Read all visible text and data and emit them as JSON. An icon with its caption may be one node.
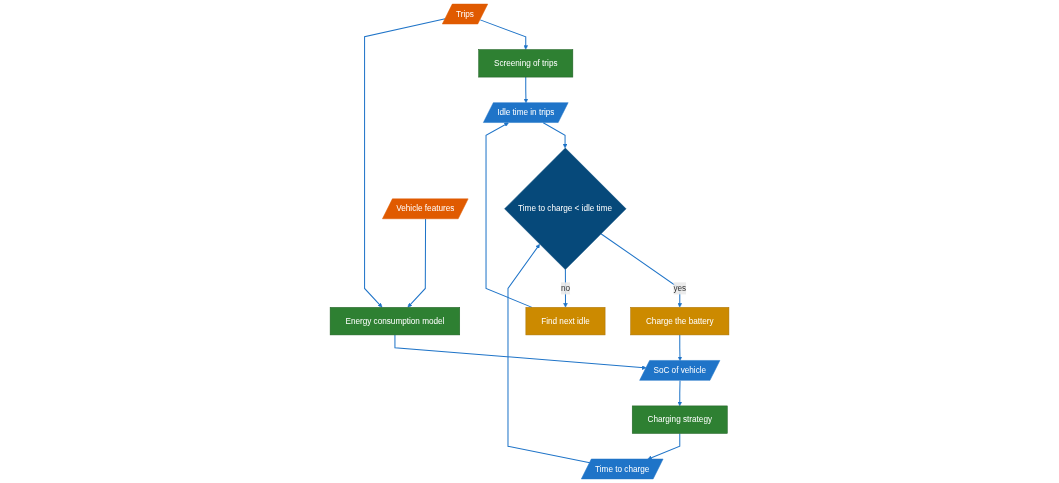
{
  "diagram": {
    "nodes": [
      {
        "text": [
          "Trips"
        ]
      },
      {
        "text": [
          "Screening of trips"
        ]
      },
      {
        "text": [
          "Idle time in trips"
        ]
      },
      {
        "text": [
          "Time to charge < idle time"
        ]
      },
      {
        "text": [
          "Charge the battery"
        ]
      },
      {
        "text": [
          "Find next idle"
        ]
      },
      {
        "text": [
          "Time to charge"
        ]
      },
      {
        "text": [
          "Vehicle features"
        ]
      },
      {
        "text": [
          "Energy consumption model"
        ]
      },
      {
        "text": [
          "SoC of vehicle"
        ]
      },
      {
        "text": [
          "Charging strategy"
        ]
      }
    ],
    "edges": [
      {
        "from": 0,
        "to": 1,
        "arrow": "to"
      },
      {
        "from": 1,
        "to": 2,
        "arrow": "to"
      },
      {
        "from": 2,
        "to": 3,
        "arrow": "to"
      },
      {
        "from": 3,
        "to": 4,
        "label": "yes",
        "arrow": "to"
      },
      {
        "from": 3,
        "to": 5,
        "label": "no",
        "arrow": "to"
      },
      {
        "from": 5,
        "to": 2,
        "arrow": "to"
      },
      {
        "from": 6,
        "to": 3,
        "arrow": "to"
      },
      {
        "from": 0,
        "to": 8,
        "arrow": "to"
      },
      {
        "from": 4,
        "to": 9,
        "arrow": "to"
      },
      {
        "from": 7,
        "to": 8,
        "arrow": "to"
      },
      {
        "from": 8,
        "to": 9,
        "arrow": "to"
      },
      {
        "from": 9,
        "to": 10,
        "arrow": "to"
      },
      {
        "from": 10,
        "to": 6,
        "arrow": "to"
      }
    ]
  }
}
